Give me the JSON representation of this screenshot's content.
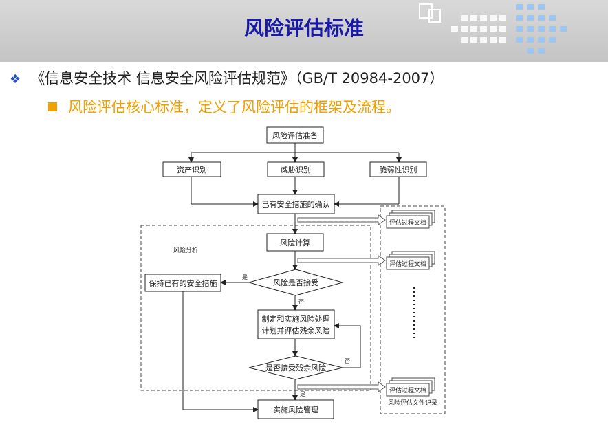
{
  "slide": {
    "title": "风险评估标准",
    "bullet1": "《信息安全技术 信息安全风险评估规范》（GB/T 20984-2007）",
    "bullet2": "风险评估核心标准，定义了风险评估的框架及流程。"
  },
  "diagram": {
    "prepare": "风险评估准备",
    "asset": "资产识别",
    "threat": "威胁识别",
    "vuln": "脆弱性识别",
    "existing_measures": "已有安全措施的确认",
    "risk_calc": "风险计算",
    "accept_risk": "风险是否接受",
    "keep_measures": "保持已有的安全措施",
    "plan": "制定和实施风险处理",
    "plan_line2": "计划并评估残余风险",
    "accept_residual": "是否接受残余风险",
    "implement": "实施风险管理",
    "risk_analysis_label": "风险分析",
    "doc_label": "评估过程文档",
    "records_label": "风险评估文件记录",
    "yes": "是",
    "no": "否"
  }
}
